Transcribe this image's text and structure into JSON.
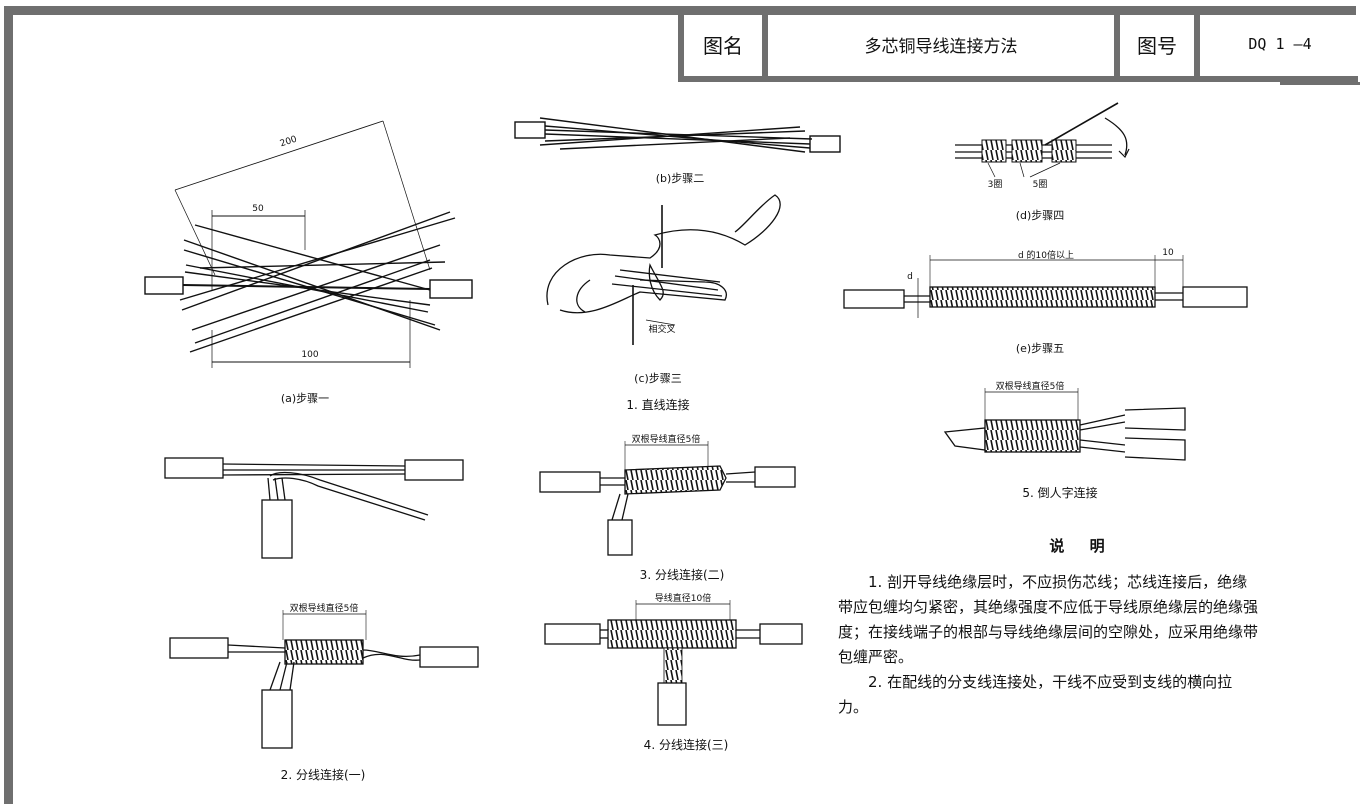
{
  "title_block": {
    "name_label": "图名",
    "name_value": "多芯铜导线连接方法",
    "number_label": "图号",
    "number_value": "DQ 1 —4"
  },
  "figures": {
    "a": {
      "caption": "(a)步骤一",
      "dim_200": "200",
      "dim_50": "50",
      "dim_100": "100"
    },
    "b": {
      "caption": "(b)步骤二"
    },
    "c": {
      "caption": "(c)步骤三",
      "label": "相交叉"
    },
    "d": {
      "caption": "(d)步骤四",
      "label_3": "3圈",
      "label_5": "5圈"
    },
    "e": {
      "caption": "(e)步骤五",
      "dim_len": "d 的10倍以上",
      "dim_10": "10",
      "dim_d": "d"
    },
    "sec1": {
      "caption": "1. 直线连接"
    },
    "sec2": {
      "caption": "2. 分线连接(一)",
      "dim": "双根导线直径5倍"
    },
    "sec3": {
      "caption": "3. 分线连接(二)",
      "dim": "双根导线直径5倍"
    },
    "sec4": {
      "caption": "4. 分线连接(三)",
      "dim": "导线直径10倍"
    },
    "sec5": {
      "caption": "5. 倒人字连接",
      "dim": "双根导线直径5倍"
    }
  },
  "notes": {
    "heading": "说  明",
    "items": [
      "1. 剖开导线绝缘层时，不应损伤芯线；芯线连接后，绝缘带应包缠均匀紧密，其绝缘强度不应低于导线原绝缘层的绝缘强度；在接线端子的根部与导线绝缘层间的空隙处，应采用绝缘带包缠严密。",
      "2. 在配线的分支线连接处，干线不应受到支线的横向拉力。"
    ]
  }
}
